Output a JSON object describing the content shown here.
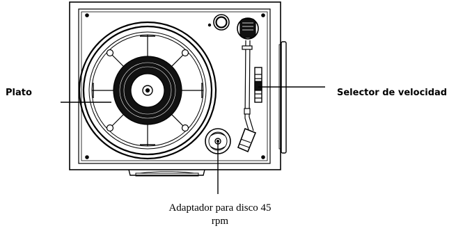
{
  "labels": {
    "platter": "Plato",
    "speed_selector": "Selector de velocidad",
    "adapter_line1": "Adaptador para disco 45",
    "adapter_line2": "rpm"
  },
  "colors": {
    "ink": "#000000",
    "paper": "#ffffff"
  }
}
